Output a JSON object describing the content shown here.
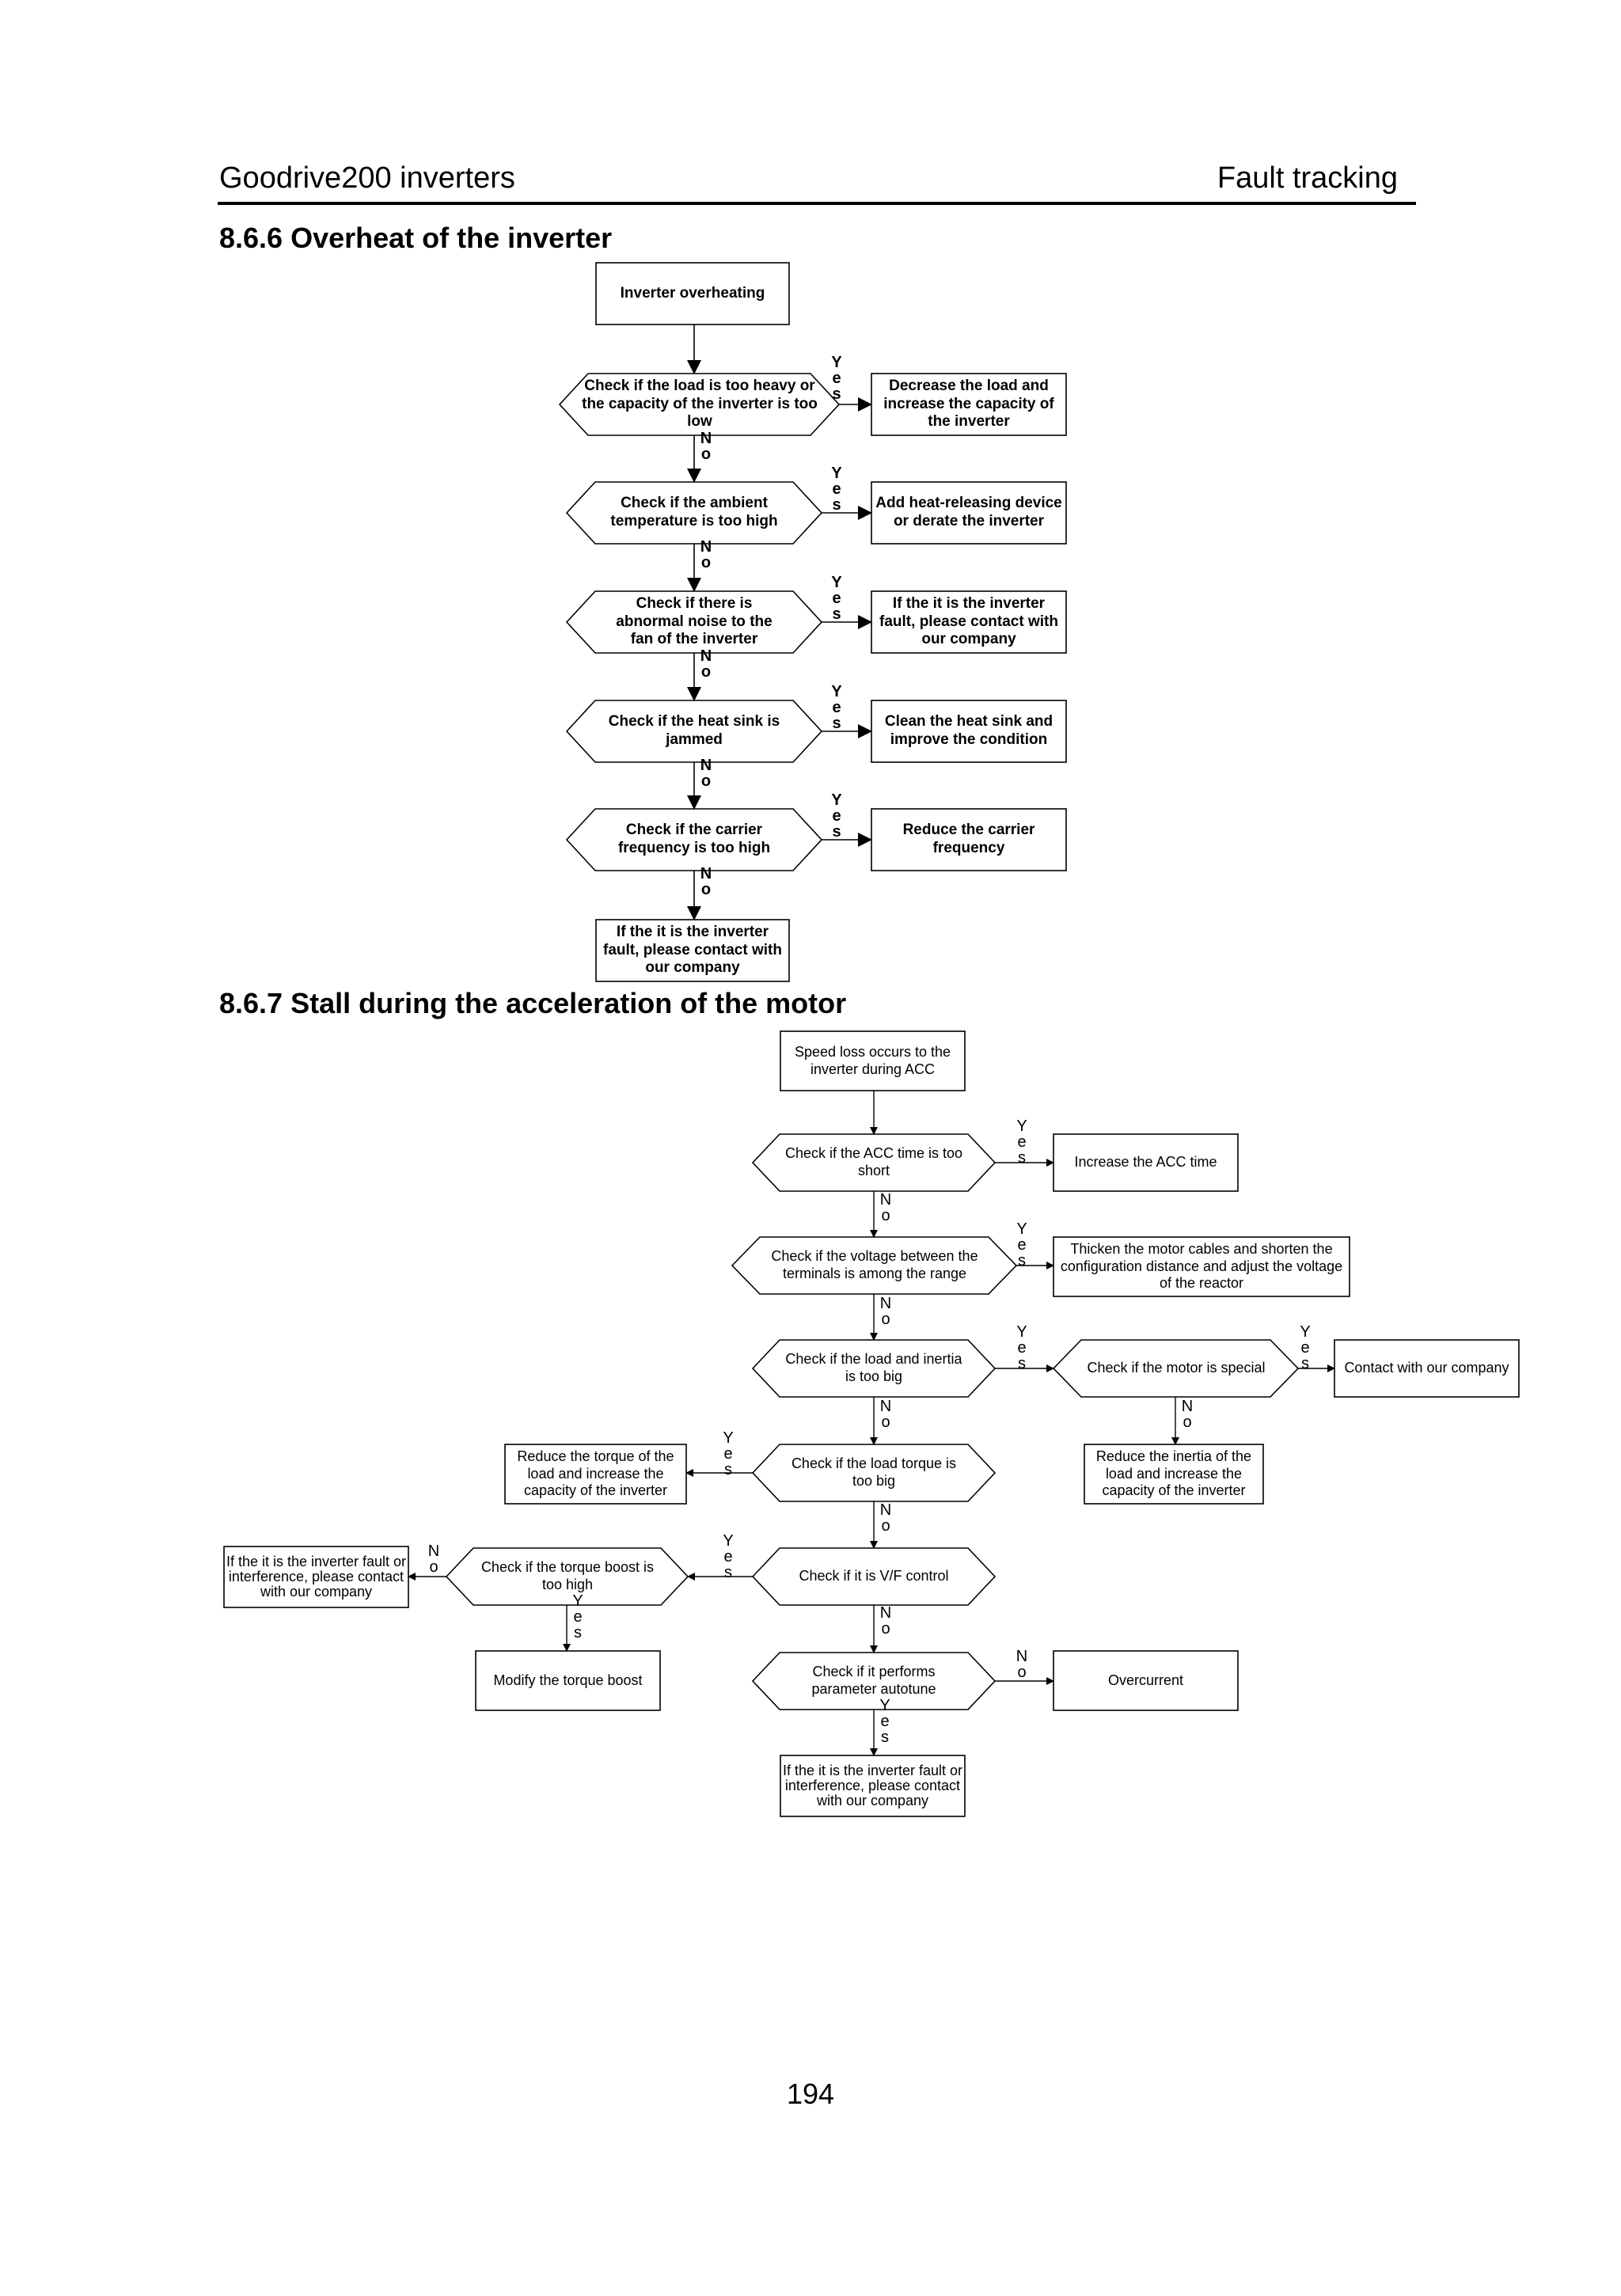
{
  "header": {
    "left": "Goodrive200 inverters",
    "right": "Fault tracking"
  },
  "section_1": {
    "title": "8.6.6 Overheat of the inverter",
    "start": "Inverter overheating",
    "checks": [
      "Check if the load is too heavy or the capacity of the inverter is too low",
      "Check if the ambient temperature is too high",
      "Check if there is abnormal noise to the fan of the inverter",
      "Check if the heat sink is jammed",
      "Check if the carrier frequency is too high"
    ],
    "actions": [
      "Decrease the load and increase the capacity of the inverter",
      "Add heat-releasing device or derate the inverter",
      "If the it is the inverter fault, please contact with our company",
      "Clean the heat sink and improve the condition",
      "Reduce the carrier frequency"
    ],
    "end": "If the it is the inverter fault, please contact with our company"
  },
  "section_2": {
    "title": "8.6.7 Stall during the acceleration of the motor",
    "start": "Speed loss occurs to the inverter during ACC",
    "check_acc": "Check if the ACC time is too short",
    "act_acc": "Increase the ACC time",
    "check_voltage": "Check if the voltage between the terminals is among the range",
    "act_voltage": "Thicken the motor cables and shorten the configuration distance and adjust the voltage of the reactor",
    "check_inertia": "Check if the load and inertia is too big",
    "check_motor": "Check if the motor is special",
    "act_contact": "Contact with our company",
    "act_reduce_inertia": "Reduce the inertia of the load and increase the capacity of the inverter",
    "check_load_torque": "Check if the load torque is too big",
    "act_reduce_torque": "Reduce the torque of the load and increase the capacity of the inverter",
    "check_vf": "Check if it is V/F control",
    "check_boost": "Check if the torque boost is too high",
    "act_fault_left": "If the it is the inverter fault or interference, please contact with our company",
    "act_modify_boost": "Modify the torque boost",
    "check_autotune": "Check if it performs parameter  autotune",
    "act_overcurrent": "Overcurrent",
    "end": "If the it is the inverter fault or interference, please contact with our company"
  },
  "labels": {
    "yes": "Y\ne\ns",
    "no": "N\no",
    "no_inline": "N\no"
  },
  "page_number": "194"
}
